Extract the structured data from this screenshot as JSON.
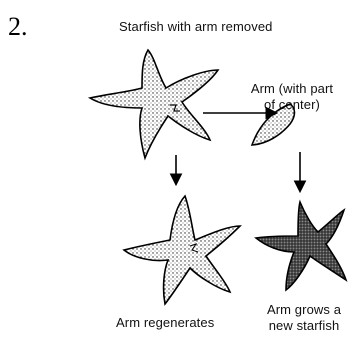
{
  "question_number": "2.",
  "labels": {
    "top": "Starfish with arm removed",
    "arm_line1": "Arm (with part",
    "arm_line2": "of center)",
    "regenerates": "Arm regenerates",
    "grows_line1": "Arm grows a",
    "grows_line2": "new starfish"
  }
}
